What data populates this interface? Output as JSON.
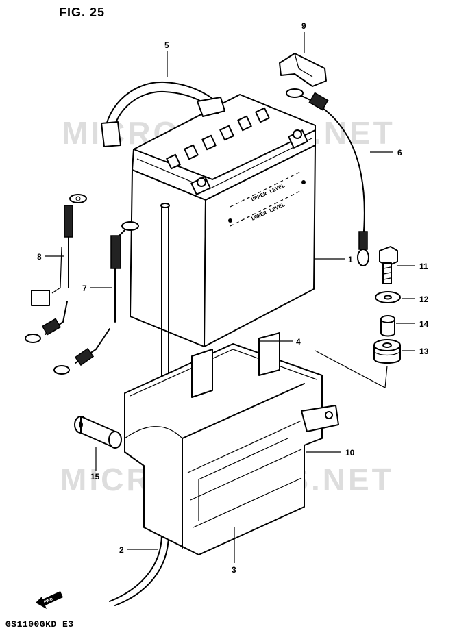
{
  "figure_title": "FIG. 25",
  "model_code": "GS1100GKD  E3",
  "watermark": "MICROFICHES.NET",
  "fwd_label": "FWD",
  "battery_labels": {
    "upper": "UPPER LEVEL",
    "lower": "LOWER LEVEL"
  },
  "callouts": [
    {
      "id": "1",
      "label": "1"
    },
    {
      "id": "2",
      "label": "2"
    },
    {
      "id": "3",
      "label": "3"
    },
    {
      "id": "4",
      "label": "4"
    },
    {
      "id": "5",
      "label": "5"
    },
    {
      "id": "6",
      "label": "6"
    },
    {
      "id": "7",
      "label": "7"
    },
    {
      "id": "8",
      "label": "8"
    },
    {
      "id": "9",
      "label": "9"
    },
    {
      "id": "10",
      "label": "10"
    },
    {
      "id": "11",
      "label": "11"
    },
    {
      "id": "12",
      "label": "12"
    },
    {
      "id": "13",
      "label": "13"
    },
    {
      "id": "14",
      "label": "14"
    },
    {
      "id": "15",
      "label": "15"
    }
  ]
}
